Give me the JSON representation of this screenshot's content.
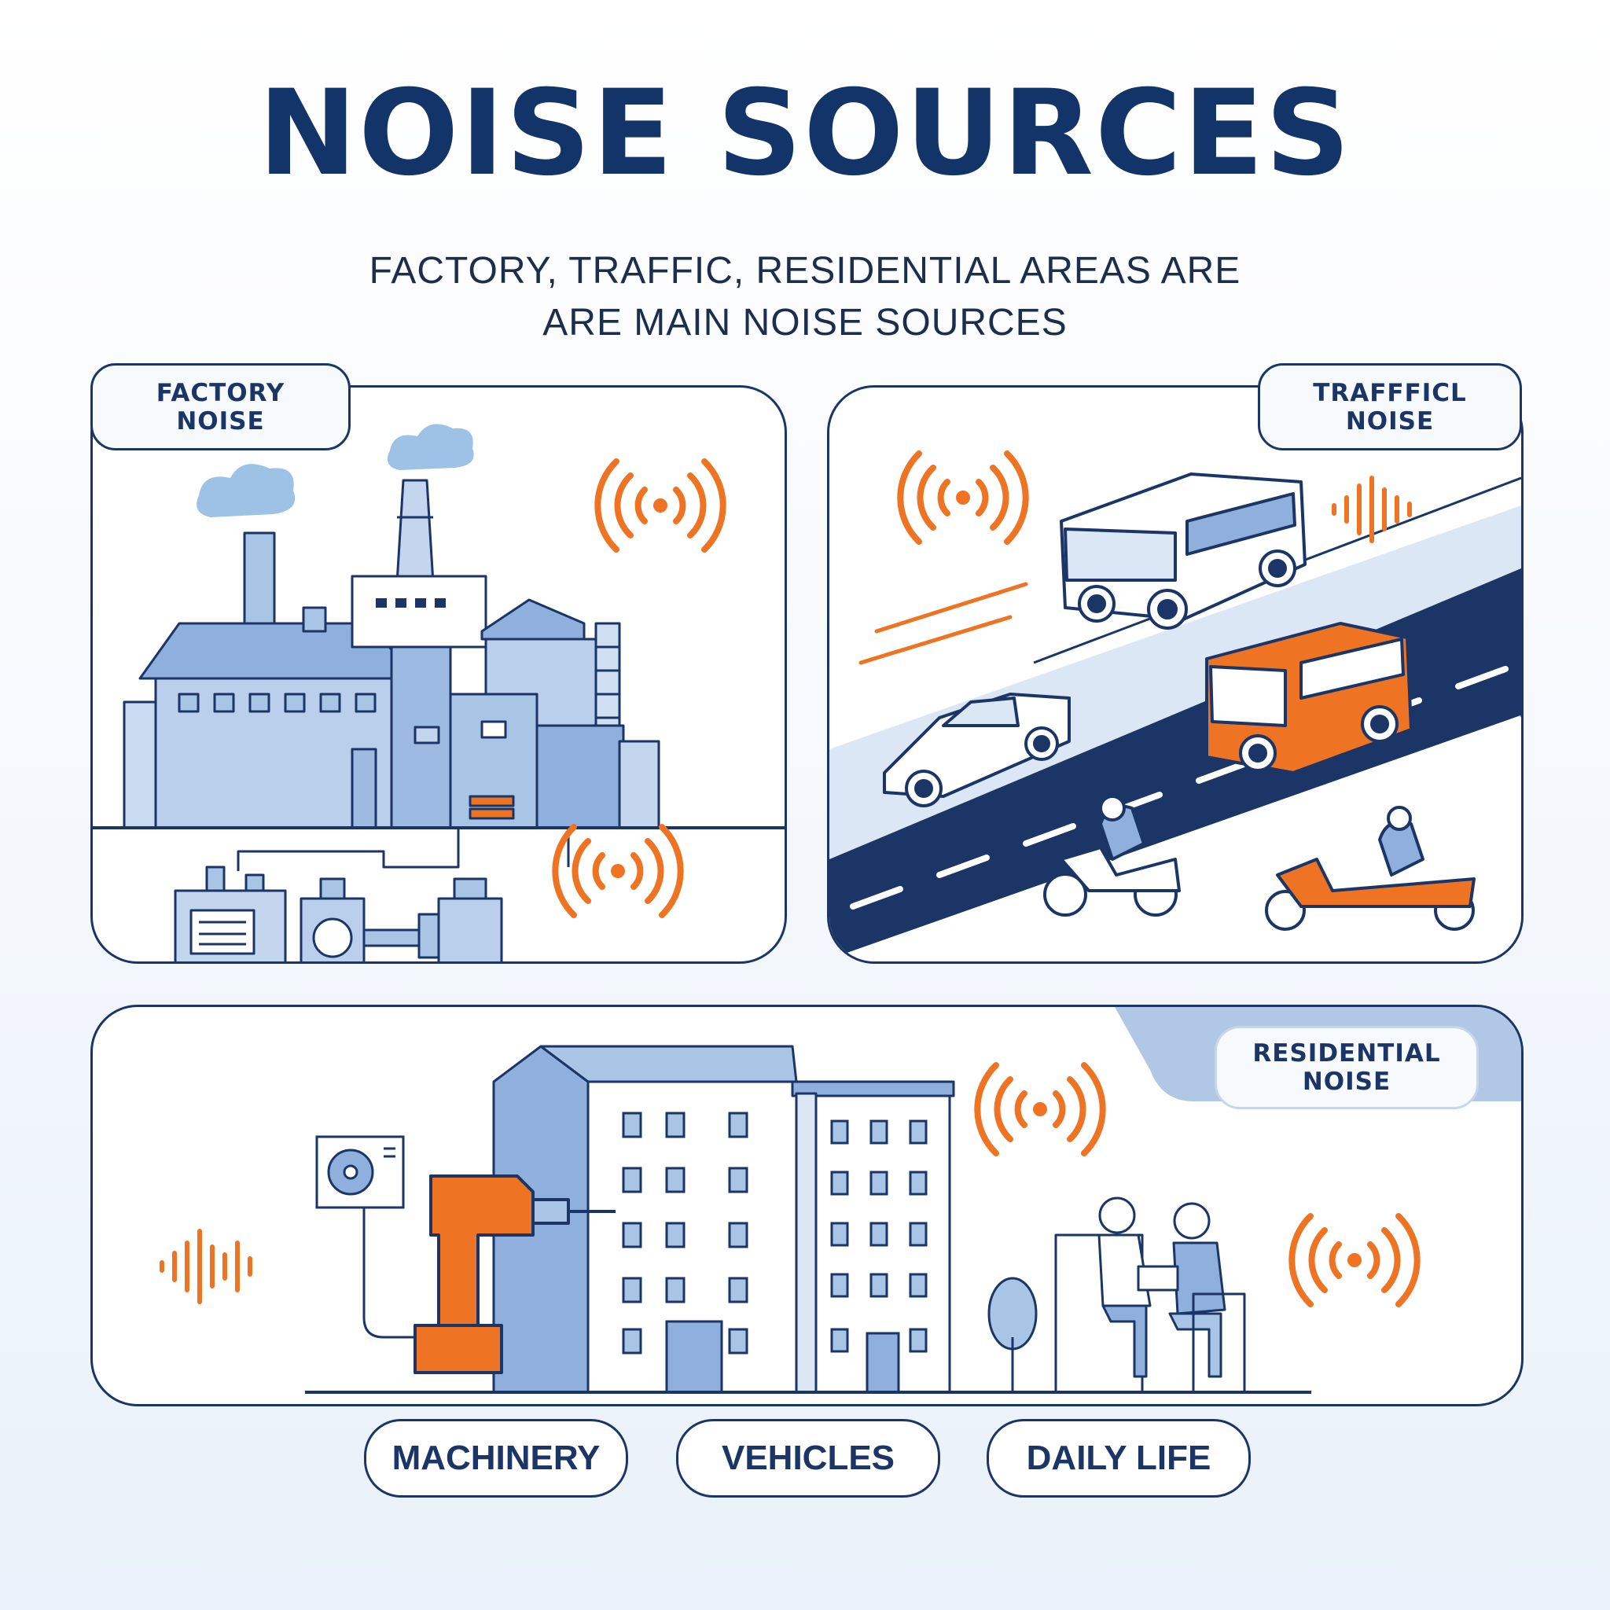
{
  "header": {
    "title": "NOISE SOURCES",
    "subtitle_line1": "FACTORY, TRAFFIC, RESIDENTIAL AREAS ARE",
    "subtitle_line2": "ARE MAIN NOISE SOURCES"
  },
  "panels": {
    "factory": {
      "label_line1": "FACTORY",
      "label_line2": "NOISE"
    },
    "traffic": {
      "label_line1": "TRAFFFICL",
      "label_line2": "NOISE"
    },
    "residential": {
      "label_line1": "RESIDENTIAL",
      "label_line2": "NOISE"
    }
  },
  "categories": [
    "MACHINERY",
    "VEHICLES",
    "DAILY LIFE"
  ],
  "colors": {
    "navy": "#1b3566",
    "title_navy": "#133468",
    "light_blue": "#a9c5e6",
    "mid_blue": "#8fb0dc",
    "orange": "#ee7424",
    "smoke": "#9ec1e6"
  },
  "icons": [
    "sound-wave-icon",
    "factory-icon",
    "bus-icon",
    "car-icon",
    "scooter-icon",
    "drill-icon",
    "air-conditioner-icon",
    "apartment-building-icon",
    "people-talking-icon",
    "tree-icon"
  ]
}
